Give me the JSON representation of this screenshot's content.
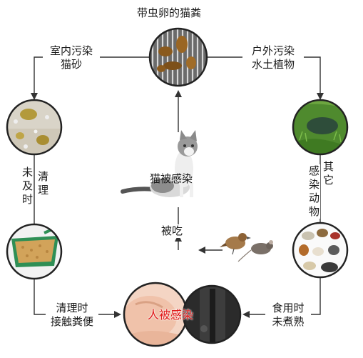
{
  "title": "带虫卵的猫粪",
  "labels": {
    "indoor_line1": "室内污染",
    "indoor_line2": "猫砂",
    "outdoor_line1": "户外污染",
    "outdoor_line2": "水土植物",
    "cat_infected": "猫被感染",
    "eaten": "被吃",
    "not_cleaned_a": "未及时",
    "not_cleaned_b": "清理",
    "other_animals_a": "其它",
    "other_animals_b": "感染动物",
    "cleaning_line1": "清理时",
    "cleaning_line2": "接触粪便",
    "undercooked_line1": "食用时",
    "undercooked_line2": "未煮熟",
    "human_infected": "人被感染"
  },
  "colors": {
    "arrow": "#333333",
    "ring": "#222222",
    "human_text": "#e01818"
  },
  "icons": [
    "cat-feces-grate-icon",
    "dirty-cat-litter-icon",
    "grass-water-icon",
    "litter-box-icon",
    "farm-animals-icon",
    "pregnant-belly-icon",
    "person-icon",
    "cat-icon",
    "bird-mouse-icon"
  ]
}
